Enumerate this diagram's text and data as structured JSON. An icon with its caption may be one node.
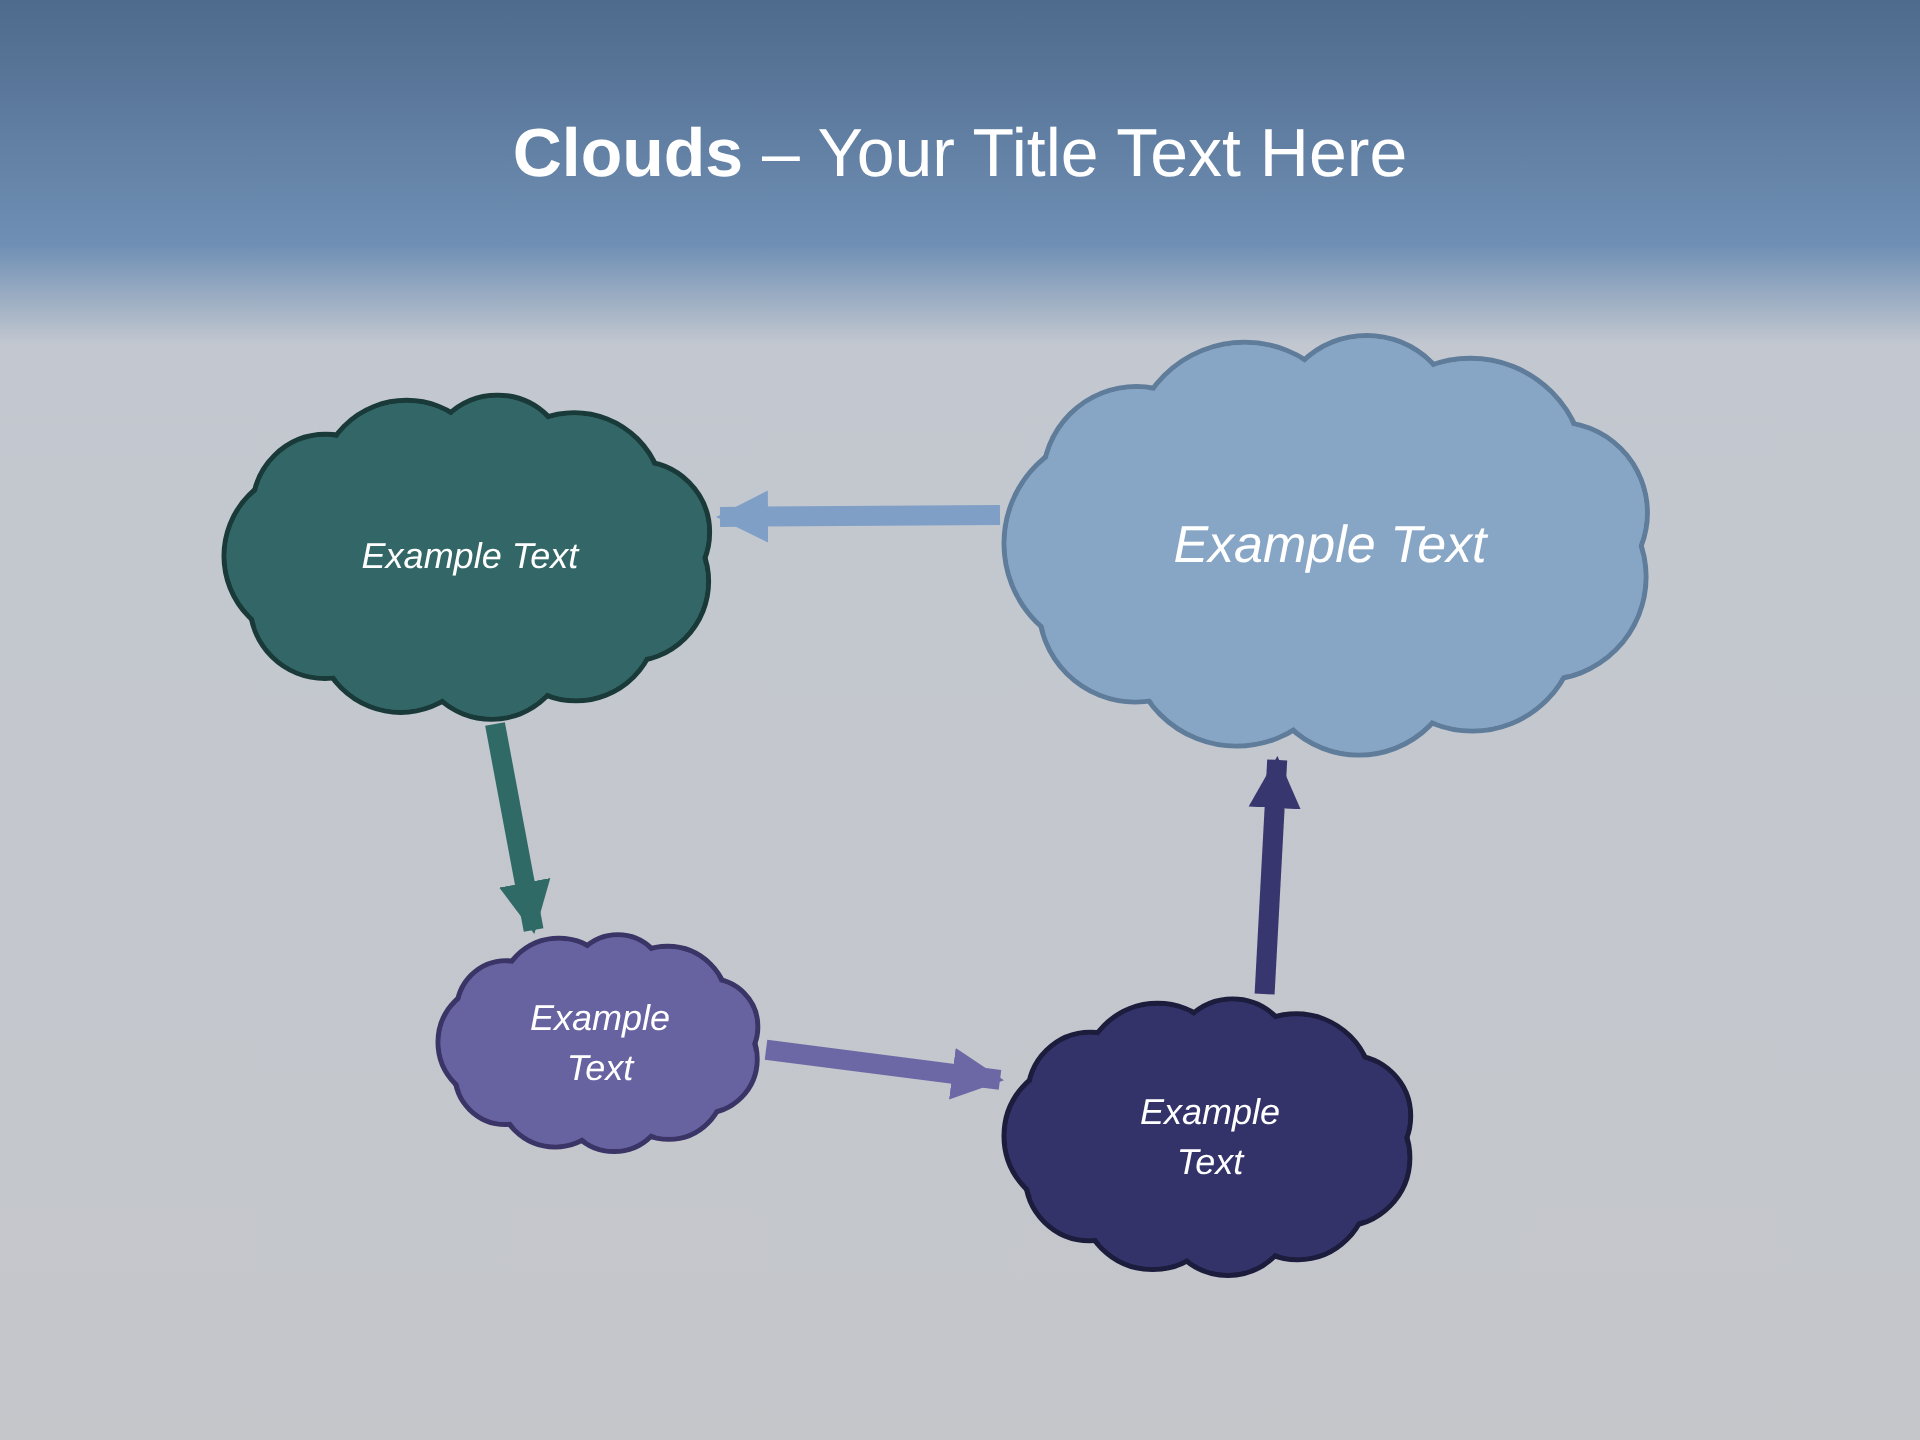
{
  "diagram": {
    "title": "**Clouds** – Your Title Text Here",
    "nodes": [
      {
        "text": [
          "Example Text"
        ]
      },
      {
        "text": [
          "Example Text"
        ]
      },
      {
        "text": [
          "Example Text"
        ]
      },
      {
        "text": [
          "Example Text"
        ]
      }
    ],
    "edges": [
      {
        "from": 1,
        "to": 0,
        "arrow": "to",
        "color": "#7f9fc6"
      },
      {
        "from": 0,
        "to": 2,
        "arrow": "to",
        "color": "#2f6a66"
      },
      {
        "from": 2,
        "to": 3,
        "arrow": "to",
        "color": "#6c68a6"
      },
      {
        "from": 3,
        "to": 1,
        "arrow": "to",
        "color": "#38366e"
      }
    ]
  }
}
